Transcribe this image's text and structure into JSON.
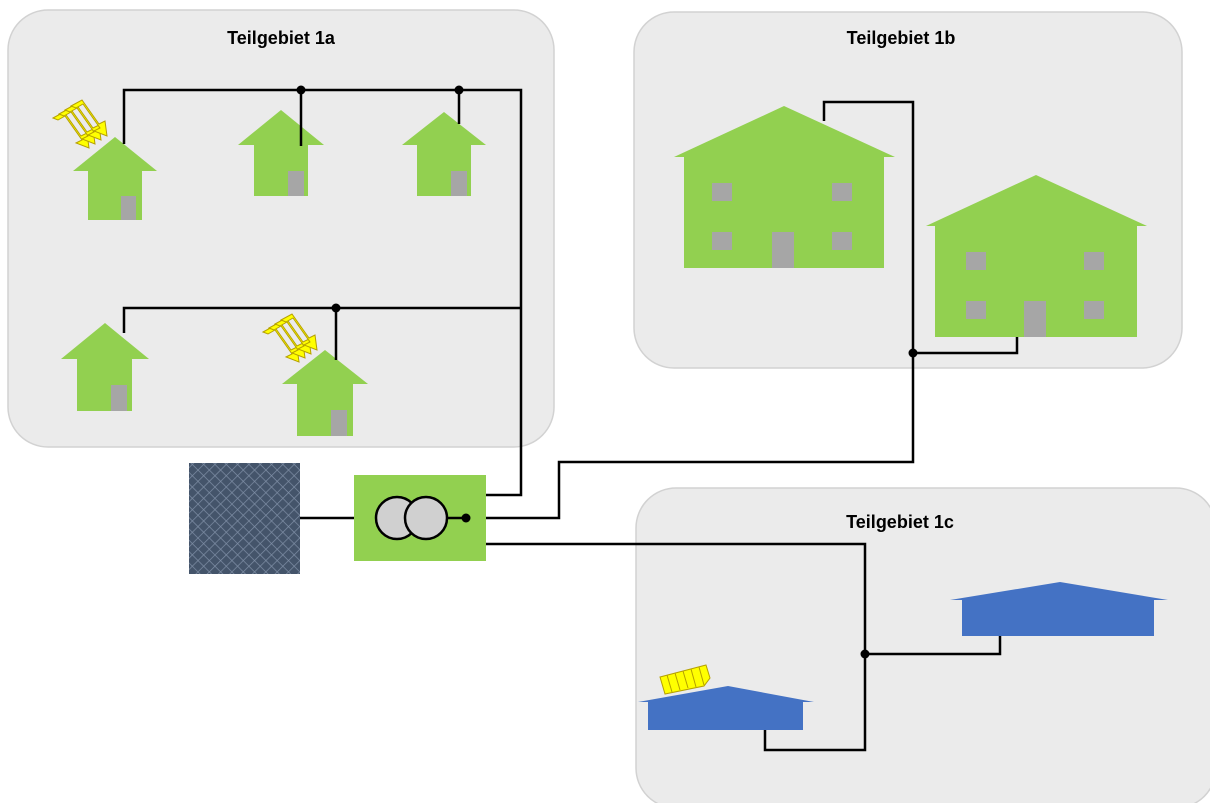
{
  "areas": [
    {
      "title": "Teilgebiet 1a"
    },
    {
      "title": "Teilgebiet 1b"
    },
    {
      "title": "Teilgebiet 1c"
    }
  ],
  "colors": {
    "area_fill": "#ebebeb",
    "area_stroke": "#d2d2d2",
    "house_green": "#92d050",
    "door_window_gray": "#a6a6a6",
    "commercial_blue": "#4472c4",
    "pv_yellow": "#ffff00",
    "line": "#000000",
    "grid_dark": "#44546a",
    "transformer_coil": "#d0d0d0"
  },
  "icons": {
    "grid": "upstream-grid-icon",
    "transformer": "transformer-icon",
    "house": "house-icon",
    "apartment": "apartment-building-icon",
    "commercial": "commercial-building-icon",
    "pv": "solar-pv-icon"
  }
}
